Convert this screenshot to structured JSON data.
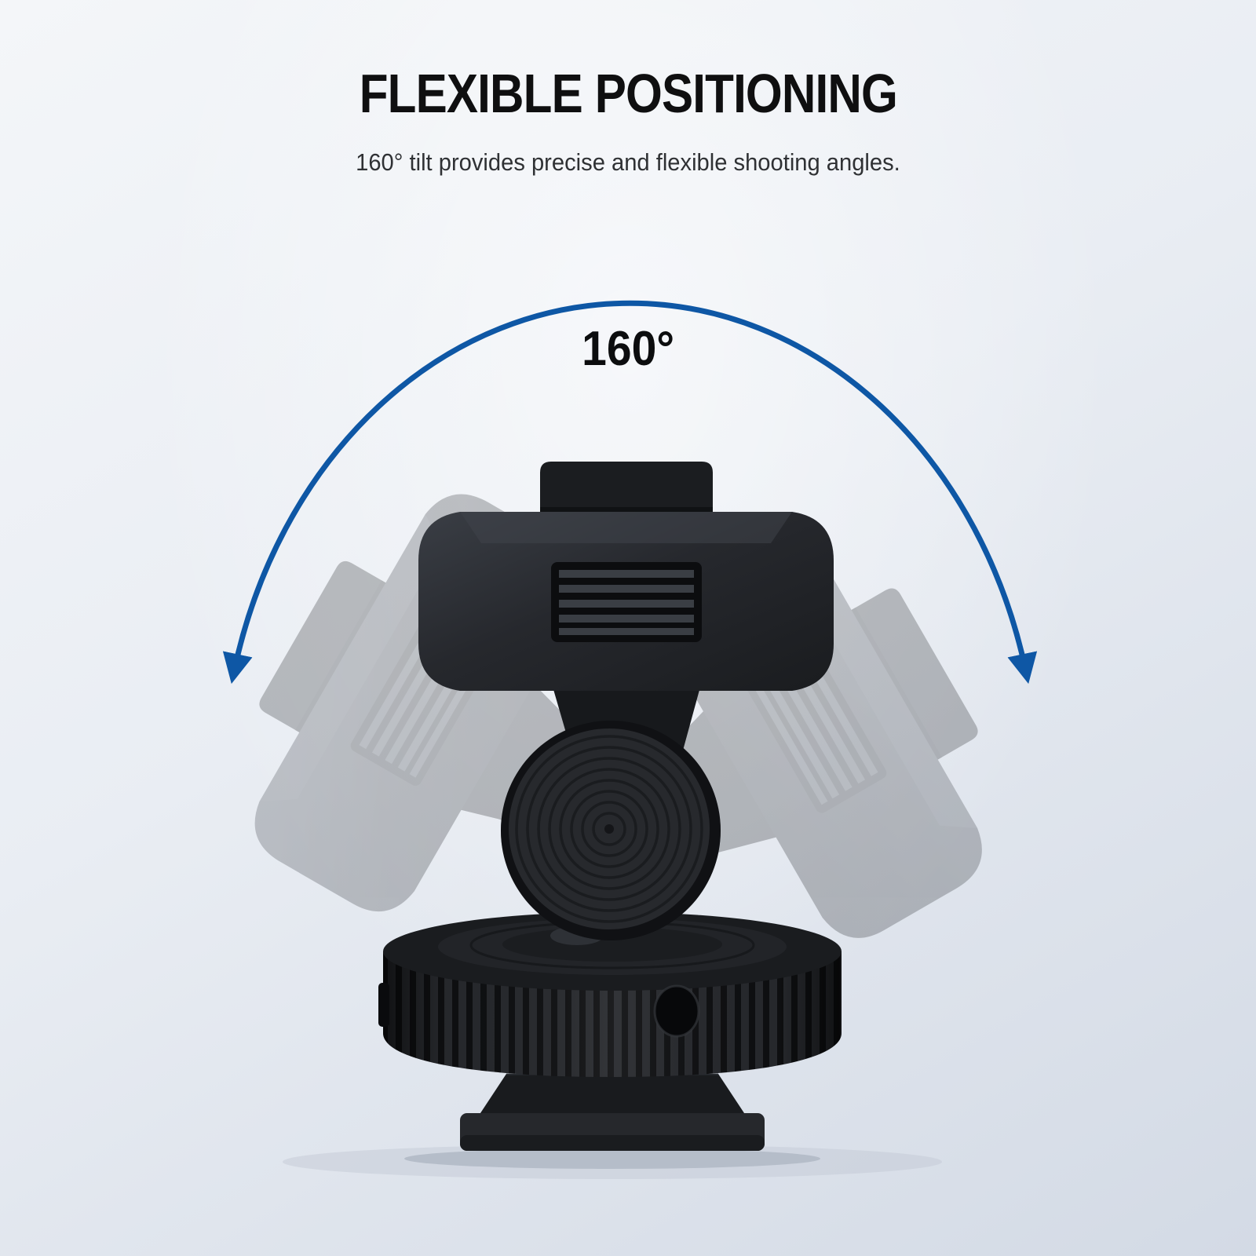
{
  "page": {
    "title": "FLEXIBLE POSITIONING",
    "subtitle": "160° tilt provides precise and flexible shooting angles.",
    "angle_label": "160°",
    "colors": {
      "arrow_blue": "#0e57a5",
      "title_text": "#0f0f10",
      "subtitle_text": "#2f3134",
      "product_black": "#1d1f23",
      "background_top": "#f4f6f9",
      "background_bottom": "#d3dae5"
    }
  }
}
